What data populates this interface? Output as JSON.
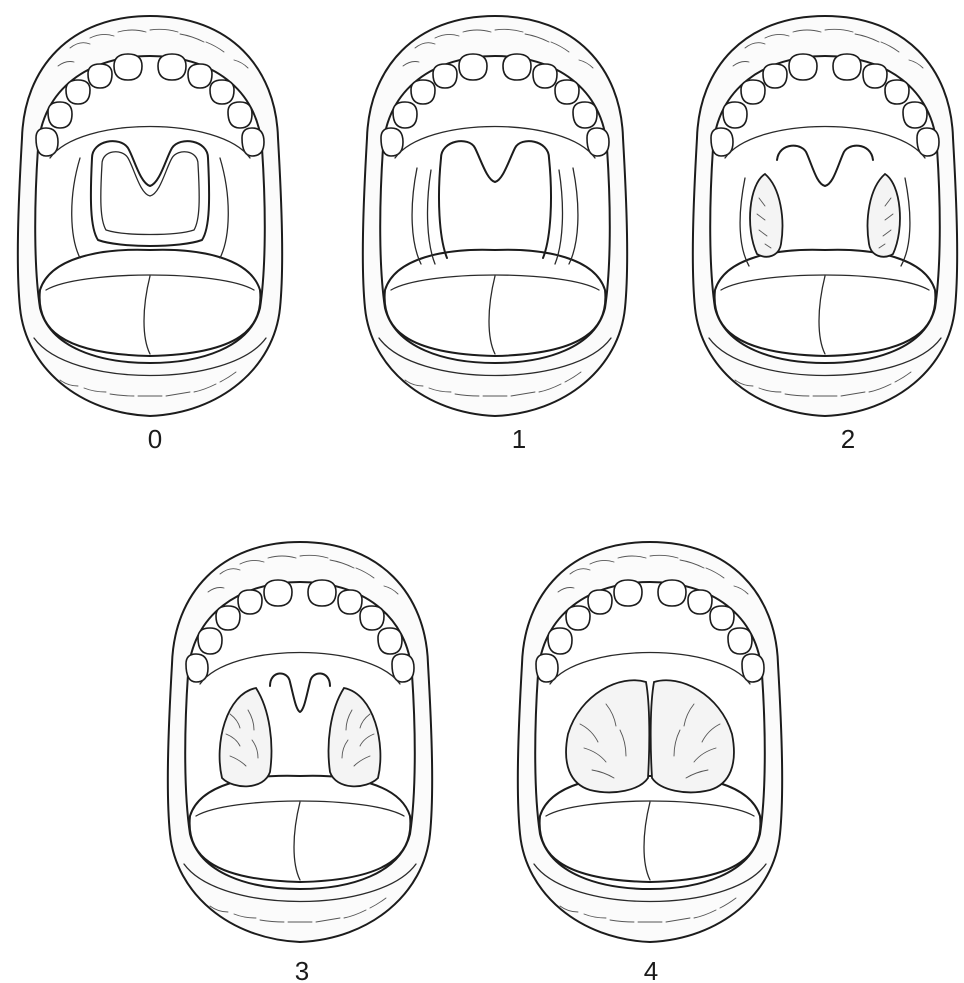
{
  "grades": [
    {
      "label": "0",
      "tonsil_size": 0
    },
    {
      "label": "1",
      "tonsil_size": 1
    },
    {
      "label": "2",
      "tonsil_size": 2
    },
    {
      "label": "3",
      "tonsil_size": 3
    },
    {
      "label": "4",
      "tonsil_size": 4
    }
  ],
  "colors": {
    "ink": "#1c1c1c",
    "background": "#ffffff"
  }
}
